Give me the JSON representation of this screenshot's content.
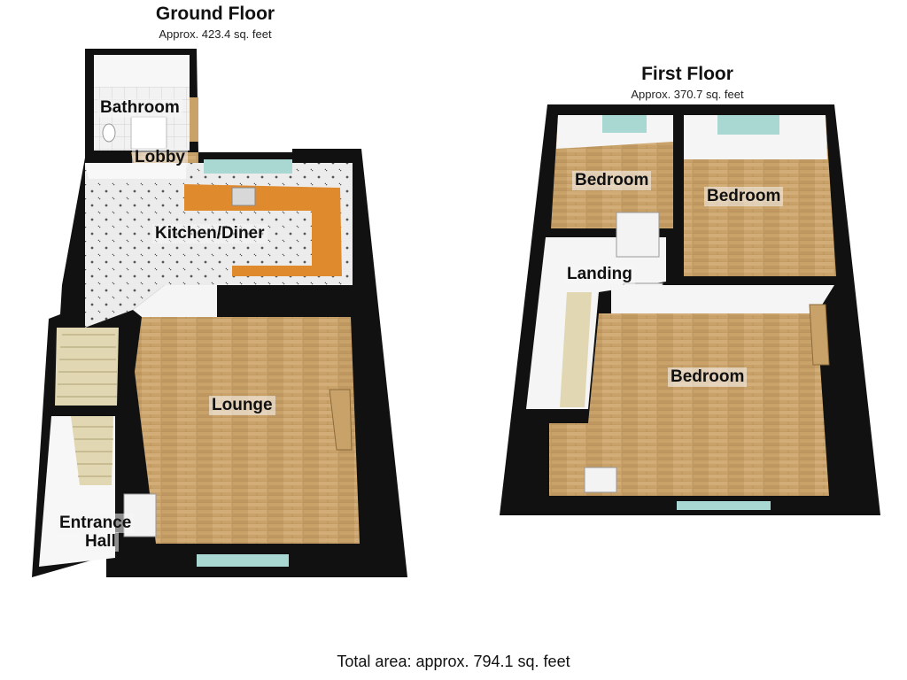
{
  "ground_floor": {
    "title": "Ground Floor",
    "area": "Approx. 423.4 sq. feet",
    "rooms": {
      "bathroom": "Bathroom",
      "lobby": "Lobby",
      "kitchen": "Kitchen/Diner",
      "lounge": "Lounge",
      "entrance_line1": "Entrance",
      "entrance_line2": "Hall"
    }
  },
  "first_floor": {
    "title": "First Floor",
    "area": "Approx. 370.7 sq. feet",
    "rooms": {
      "bedroom_front_left": "Bedroom",
      "bedroom_front_right": "Bedroom",
      "landing": "Landing",
      "bedroom_rear": "Bedroom"
    }
  },
  "total_area": "Total area: approx. 794.1 sq. feet",
  "colors": {
    "wall": "#111111",
    "wood_floor": "#c9a26a",
    "tile_floor": "#e8e8e8",
    "worktop": "#e08a2e",
    "window_glass": "#a9d7d2"
  }
}
